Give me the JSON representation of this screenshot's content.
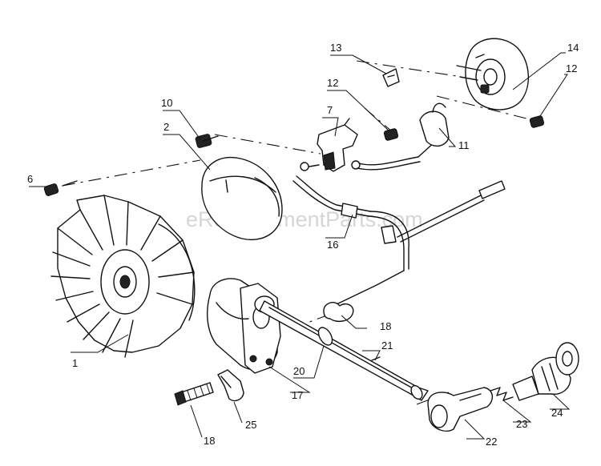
{
  "watermark": "eReplacementParts.com",
  "parts": [
    {
      "id": "p1",
      "label": "1"
    },
    {
      "id": "p2",
      "label": "2"
    },
    {
      "id": "p6",
      "label": "6"
    },
    {
      "id": "p7",
      "label": "7"
    },
    {
      "id": "p10",
      "label": "10"
    },
    {
      "id": "p11",
      "label": "11"
    },
    {
      "id": "p12a",
      "label": "12"
    },
    {
      "id": "p12b",
      "label": "12"
    },
    {
      "id": "p13",
      "label": "13"
    },
    {
      "id": "p14",
      "label": "14"
    },
    {
      "id": "p16",
      "label": "16"
    },
    {
      "id": "p17",
      "label": "17"
    },
    {
      "id": "p18a",
      "label": "18"
    },
    {
      "id": "p18b",
      "label": "18"
    },
    {
      "id": "p20",
      "label": "20"
    },
    {
      "id": "p21",
      "label": "21"
    },
    {
      "id": "p22",
      "label": "22"
    },
    {
      "id": "p23",
      "label": "23"
    },
    {
      "id": "p24",
      "label": "24"
    },
    {
      "id": "p25",
      "label": "25"
    }
  ]
}
